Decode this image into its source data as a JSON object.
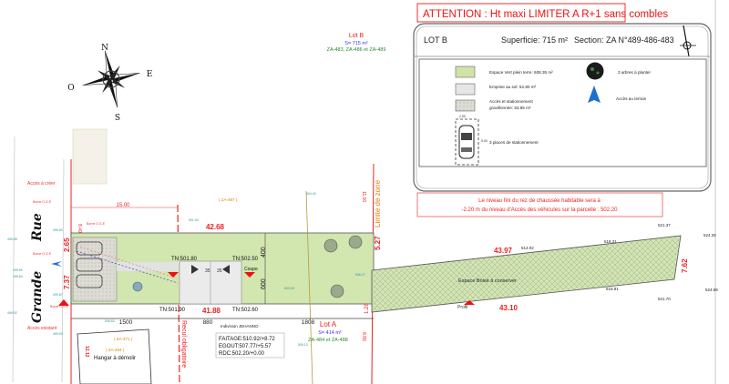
{
  "attention": "ATTENTION : Ht maxi LIMITER A R+1  sans combles",
  "legend": {
    "lot": "LOT B",
    "superficie": "Superficie: 715 m²",
    "section": "Section: ZA N°489-486-483",
    "items": [
      {
        "label": "Espace Vert plein terre: 608.35 m²",
        "color": "#cfe3a8"
      },
      {
        "label": "Emprise au sol: 52.80 m²",
        "color": "#e6e6e6"
      },
      {
        "label_line1": "Accès et stationnement",
        "label_line2": "gravillonnée: 53.85 m²",
        "color": "#d8d8d0"
      },
      {
        "label": "3 places de stationnement",
        "dim_w": "2.50",
        "dim_h": "5.00"
      },
      {
        "label": "3 arbres à planter",
        "icon": "tree-icon"
      },
      {
        "label": "Accès au terrain",
        "icon": "access-arrow-icon",
        "color": "#1e6fd0"
      }
    ]
  },
  "note": {
    "line1": "Le niveau fini du rez de chaussée habitable sera à",
    "line2": "-2.20 m du niveau d'Accès  des véhicules sur la parcelle : 502.20"
  },
  "lot_b": {
    "title": "Lot B",
    "surface": "S= 715 m²",
    "parcels": "ZA-483, ZA-486 et ZA-489"
  },
  "lot_a": {
    "title": "Lot A",
    "surface": "S= 414 m²",
    "parcels": "ZA-484 et ZA-488"
  },
  "compass": {
    "n": "N",
    "e": "E",
    "s": "S",
    "o": "O"
  },
  "street": {
    "word1": "Rue",
    "word2": "Grande"
  },
  "labels": {
    "acces_creer": "Accès à créer",
    "acces_existant": "Accès existant",
    "borne": "Borne O.G.E",
    "za487": "( ZA-487 )",
    "za371": "( ZA-371 )",
    "za484": "( ZA-484 )",
    "hangar": "Hangar à démolir",
    "limite_zone": "Limite de zone",
    "recul": "Recul obligatoire",
    "indivision": "Indivision  JEHANNO",
    "coupe": "Coupe",
    "profil": "Profil",
    "espace_boise": "Espace Boisé à conserver"
  },
  "tn": [
    "TN:501.80",
    "TN:502.50",
    "TN:501.90",
    "TN:502.60"
  ],
  "dims": {
    "d15": "15.00",
    "d4268": "42.68",
    "d4188": "41.88",
    "d265": "2.65",
    "d737": "7.37",
    "d527": "5.27",
    "d128": "1.28",
    "d4397": "43.97",
    "d4310": "43.10",
    "d762": "7.62",
    "d400": "400",
    "d600": "600",
    "d1500": "1500",
    "d880": "880",
    "d1808": "1808",
    "d1212": "12.12",
    "d849": "8.49",
    "d889": "8.89",
    "d1100": "11.00",
    "d35a": "35",
    "d35b": "35"
  },
  "levels": {
    "faitage": "FAITAGE:510.92/+8.72",
    "egout": "EGOUT:507.77/+5.57",
    "rdc": "RDC:502.20/+0.00"
  },
  "spot_heights": [
    "521.37",
    "524.25",
    "514.02",
    "518.31",
    "518.91",
    "521.70",
    "524.59",
    "499.83",
    "499.88",
    "499.89",
    "499.84",
    "499.87",
    "499.92",
    "499.90",
    "501.90",
    "503.00",
    "506.27",
    "504.40",
    "506.83",
    "505.13"
  ]
}
